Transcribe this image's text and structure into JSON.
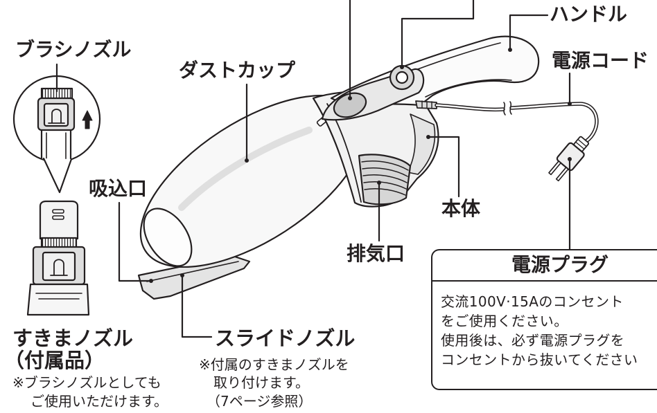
{
  "labels": {
    "brush_nozzle": "ブラシノズル",
    "dust_cup": "ダストカップ",
    "handle": "ハンドル",
    "power_cord": "電源コード",
    "intake": "吸込口",
    "main_body": "本体",
    "exhaust": "排気口",
    "crevice_nozzle": "すきまノズル",
    "crevice_nozzle_accessory": "（付属品）",
    "slide_nozzle": "スライドノズル"
  },
  "notes": {
    "crevice_nozzle": [
      "※ブラシノズルとしても",
      "ご使用いただけます。"
    ],
    "slide_nozzle": [
      "※付属のすきまノズルを",
      "取り付けます。",
      "（7ページ参照）"
    ]
  },
  "plug_box": {
    "title": "電源プラグ",
    "lines": [
      "交流100V·15Aのコンセント",
      "をご使用ください。",
      "使用後は、必ず電源プラグを",
      "コンセントから抜いてください"
    ]
  },
  "icons": {
    "direction_arrow": "up-arrow-icon",
    "nozzle_mark": "hook-symbol-icon"
  },
  "colors": {
    "ink": "#231f20",
    "shade": "#e3e3e3"
  }
}
